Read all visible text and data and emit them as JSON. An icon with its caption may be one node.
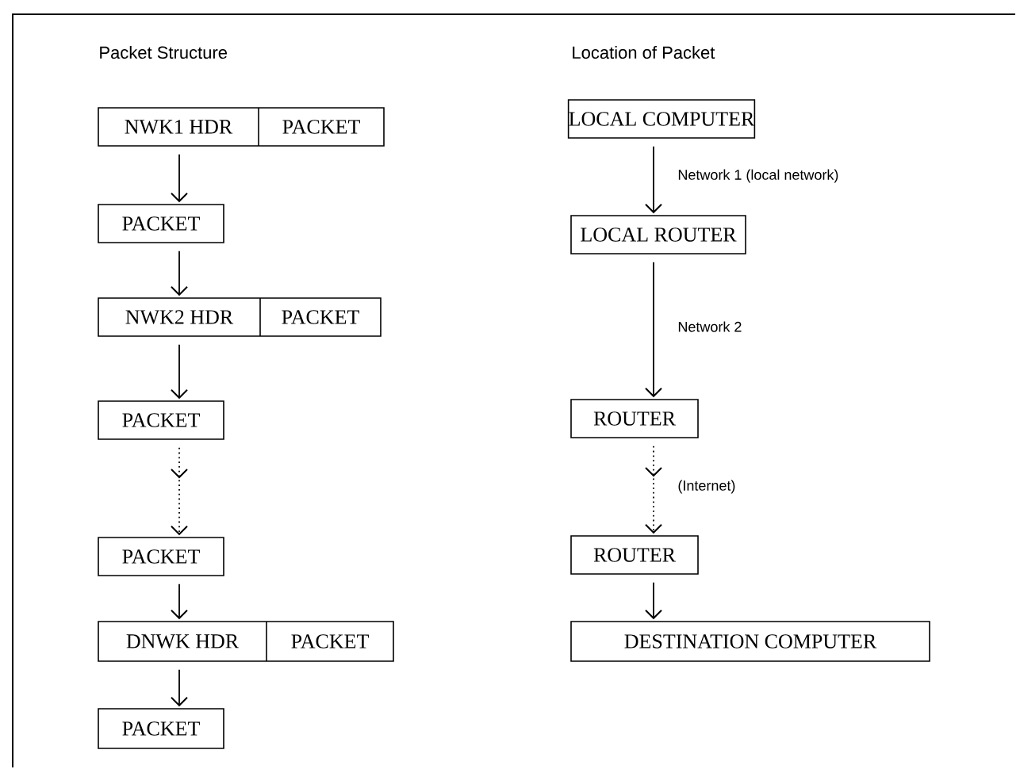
{
  "diagram": {
    "nodes": [
      {
        "text": [
          "NWK1 HDR",
          "PACKET"
        ]
      },
      {
        "text": [
          "PACKET"
        ]
      },
      {
        "text": [
          "NWK2 HDR",
          "PACKET"
        ]
      },
      {
        "text": [
          "PACKET"
        ]
      },
      {
        "text": [
          "PACKET"
        ]
      },
      {
        "text": [
          "DNWK HDR",
          "PACKET"
        ]
      },
      {
        "text": [
          "PACKET"
        ]
      },
      {
        "text": [
          "LOCAL COMPUTER"
        ]
      },
      {
        "text": [
          "LOCAL ROUTER"
        ]
      },
      {
        "text": [
          "ROUTER"
        ]
      },
      {
        "text": [
          "ROUTER"
        ]
      },
      {
        "text": [
          "DESTINATION COMPUTER"
        ]
      }
    ],
    "edges": [
      {
        "from": 0,
        "to": 1,
        "arrow": "to"
      },
      {
        "from": 1,
        "to": 2,
        "arrow": "to"
      },
      {
        "from": 2,
        "to": 3,
        "arrow": "to"
      },
      {
        "from": 3,
        "to": 4,
        "arrow": "to",
        "style": "dashed"
      },
      {
        "from": 4,
        "to": 5,
        "arrow": "to"
      },
      {
        "from": 5,
        "to": 6,
        "arrow": "to"
      },
      {
        "from": 7,
        "to": 8,
        "arrow": "to",
        "label": "Network 1 (local network)"
      },
      {
        "from": 8,
        "to": 9,
        "arrow": "to",
        "label": "Network 2"
      },
      {
        "from": 9,
        "to": 10,
        "arrow": "to",
        "style": "dashed",
        "label": "(Internet)"
      },
      {
        "from": 10,
        "to": 11,
        "arrow": "to"
      }
    ],
    "labels": [
      "Packet Structure",
      "Location of Packet"
    ]
  }
}
